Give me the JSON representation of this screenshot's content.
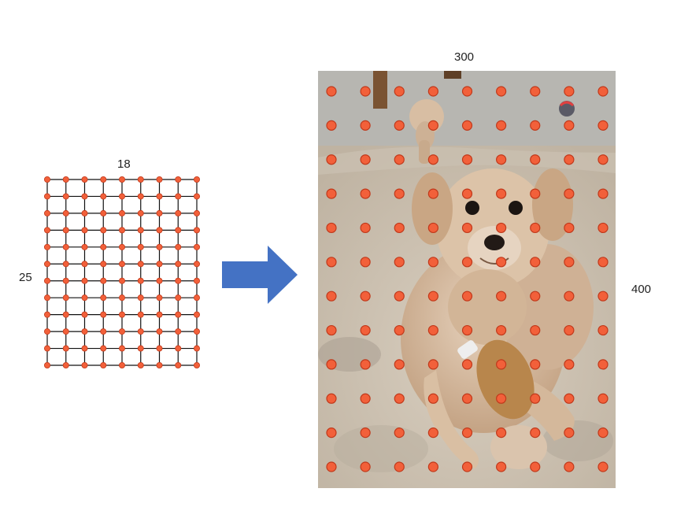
{
  "labels": {
    "grid_width": "18",
    "grid_height": "25",
    "image_width": "300",
    "image_height": "400"
  },
  "grid": {
    "columns": 9,
    "rows": 12,
    "point_rows": 12,
    "point_columns": 9
  },
  "overlay": {
    "point_columns": 9,
    "point_rows": 12
  },
  "colors": {
    "point_fill": "#f2603a",
    "point_stroke": "#c0391b",
    "grid_line": "#111111",
    "arrow": "#4472c4",
    "carpet": "#cfc4b4",
    "floor": "#b9b9b4",
    "dog": "#d6b79a",
    "toy": "#b8864c"
  },
  "icons": {
    "arrow": "right-arrow-icon",
    "ball": "ball-toy-icon"
  }
}
